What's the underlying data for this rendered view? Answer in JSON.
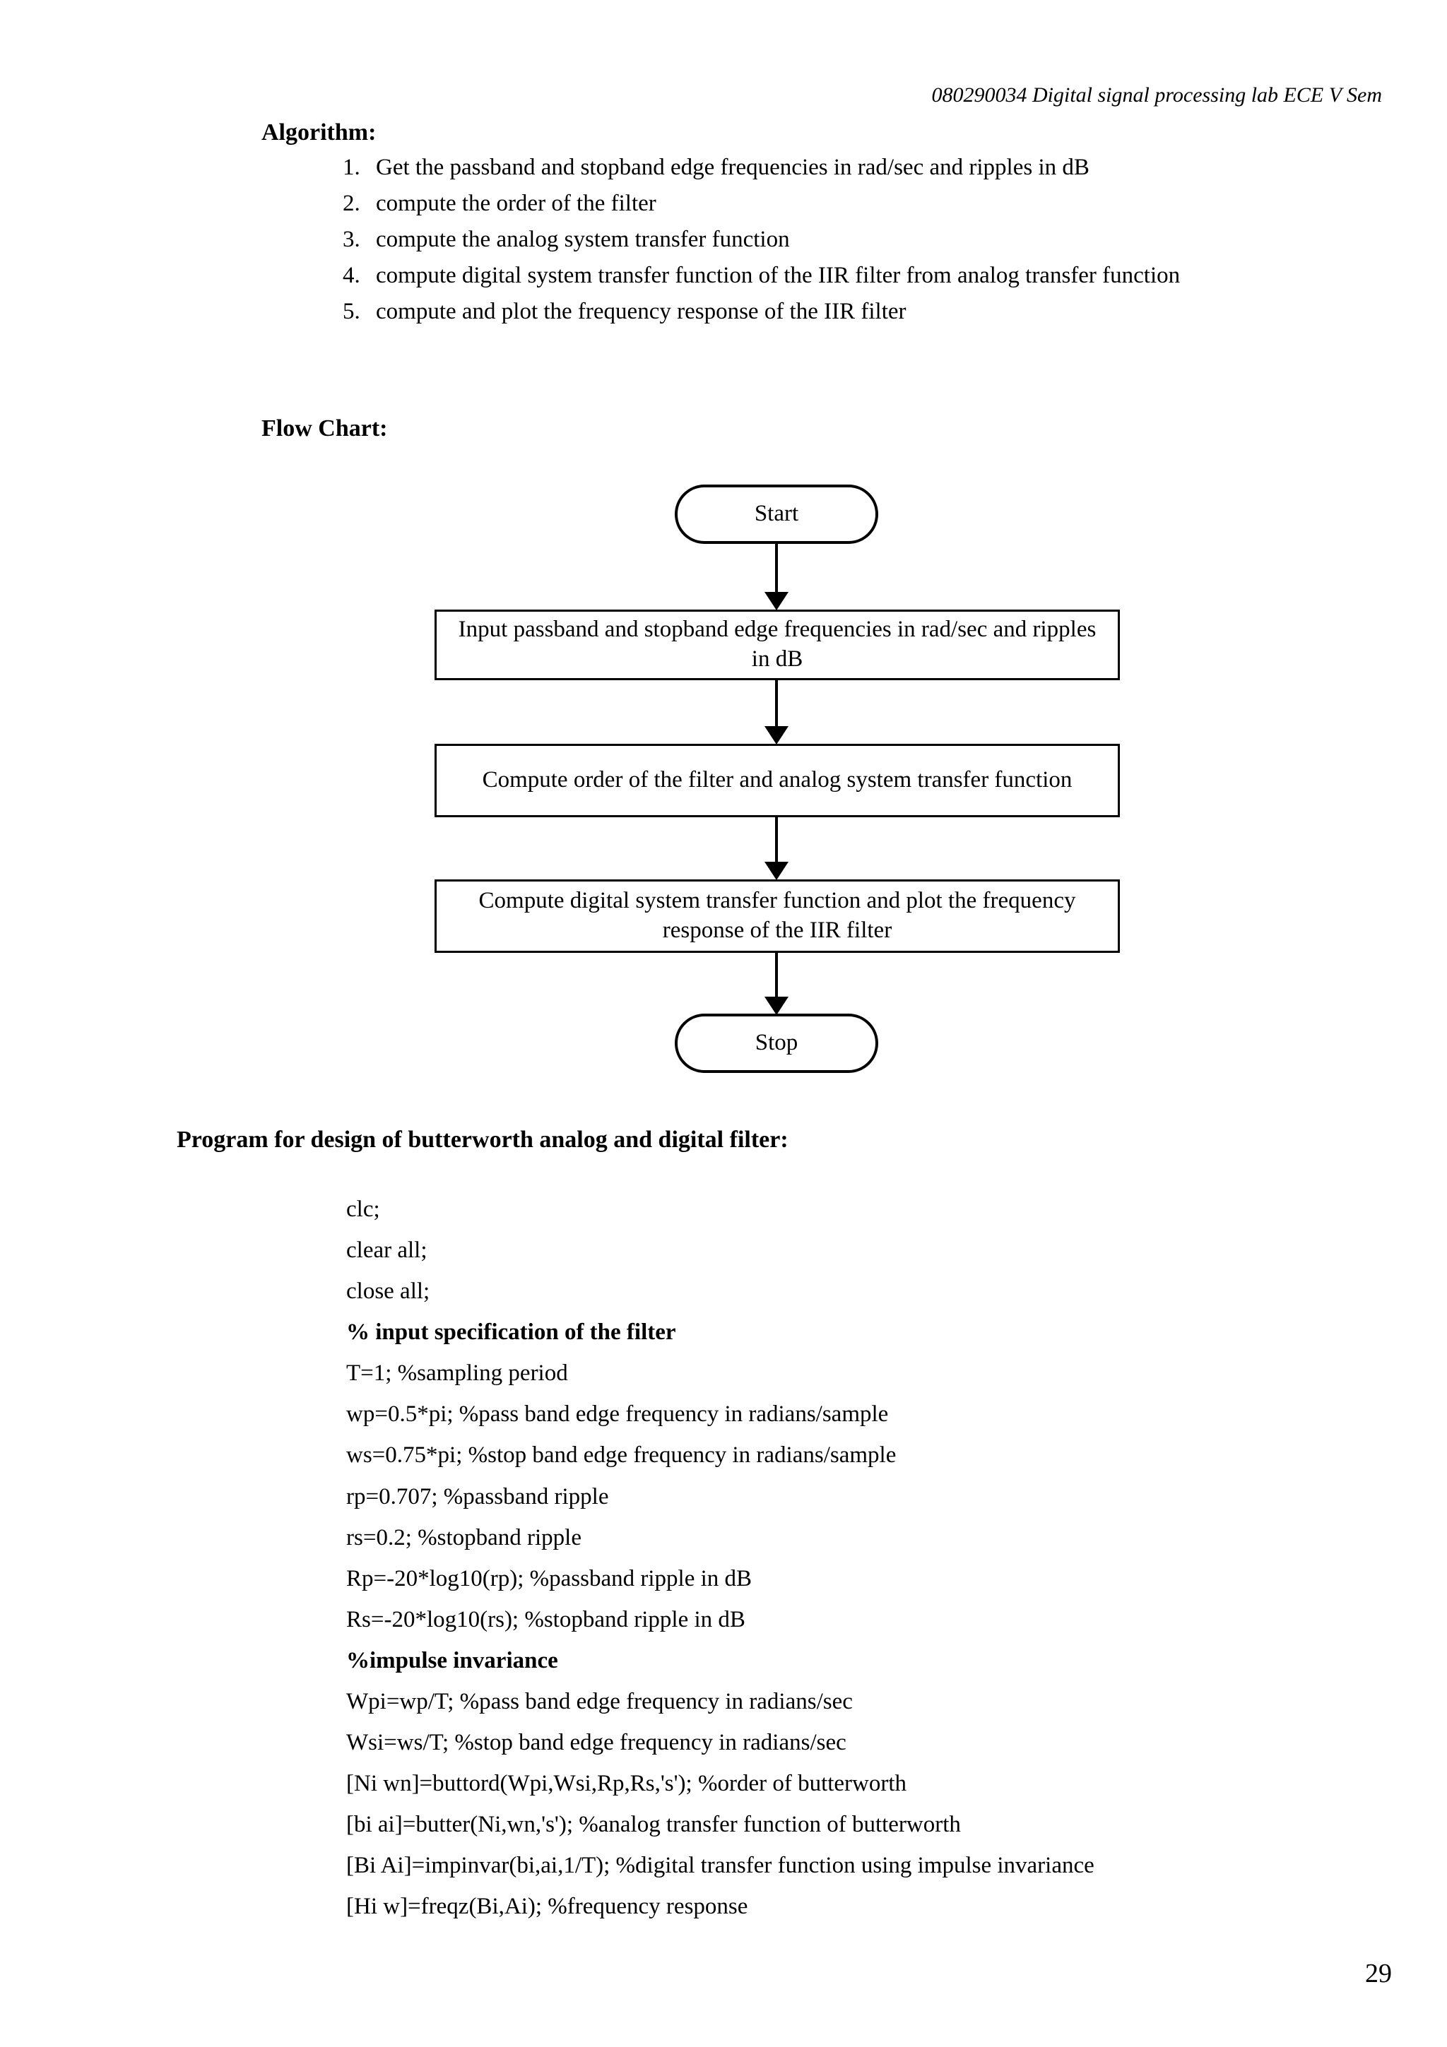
{
  "header": {
    "running_title": "080290034 Digital signal processing lab ECE V Sem"
  },
  "algorithm": {
    "heading": "Algorithm:",
    "steps": [
      "Get the passband and stopband edge frequencies in rad/sec and ripples in dB",
      "compute the order of the filter",
      "compute the analog system transfer function",
      "compute digital system transfer function of the IIR filter from analog transfer function",
      "compute and plot the frequency response of the IIR filter"
    ]
  },
  "flowchart": {
    "heading": "Flow Chart:",
    "nodes": [
      {
        "id": "start",
        "shape": "terminator",
        "label": "Start"
      },
      {
        "id": "box1",
        "shape": "process",
        "label": "Input passband and stopband edge frequencies in rad/sec and ripples in dB"
      },
      {
        "id": "box2",
        "shape": "process",
        "label": "Compute order of the filter and analog system transfer function"
      },
      {
        "id": "box3",
        "shape": "process",
        "label": "Compute digital system transfer function and plot the frequency response of the IIR filter"
      },
      {
        "id": "stop",
        "shape": "terminator",
        "label": "Stop"
      }
    ]
  },
  "program": {
    "heading": "Program for design of butterworth analog and digital filter:",
    "lines": [
      {
        "text": "clc;",
        "bold": false
      },
      {
        "text": "clear all;",
        "bold": false
      },
      {
        "text": "close all;",
        "bold": false
      },
      {
        "text": "% input specification of the filter",
        "bold": true
      },
      {
        "text": "T=1; %sampling period",
        "bold": false
      },
      {
        "text": "wp=0.5*pi; %pass band edge frequency in radians/sample",
        "bold": false
      },
      {
        "text": "ws=0.75*pi; %stop band edge frequency in radians/sample",
        "bold": false
      },
      {
        "text": "rp=0.707; %passband ripple",
        "bold": false
      },
      {
        "text": "rs=0.2; %stopband ripple",
        "bold": false
      },
      {
        "text": "Rp=-20*log10(rp); %passband ripple in dB",
        "bold": false
      },
      {
        "text": "Rs=-20*log10(rs); %stopband ripple in dB",
        "bold": false
      },
      {
        "text": "%impulse invariance",
        "bold": true
      },
      {
        "text": "Wpi=wp/T; %pass band edge frequency in radians/sec",
        "bold": false
      },
      {
        "text": "Wsi=ws/T; %stop band edge frequency in radians/sec",
        "bold": false
      },
      {
        "text": "[Ni wn]=buttord(Wpi,Wsi,Rp,Rs,'s'); %order of butterworth",
        "bold": false
      },
      {
        "text": "[bi ai]=butter(Ni,wn,'s'); %analog transfer function of butterworth",
        "bold": false
      },
      {
        "text": "[Bi Ai]=impinvar(bi,ai,1/T); %digital transfer function using impulse invariance",
        "bold": false
      },
      {
        "text": "[Hi w]=freqz(Bi,Ai); %frequency response",
        "bold": false
      }
    ]
  },
  "footer": {
    "page_number": "29"
  },
  "colors": {
    "text": "#000000",
    "stroke": "#000000",
    "background": "#ffffff"
  }
}
